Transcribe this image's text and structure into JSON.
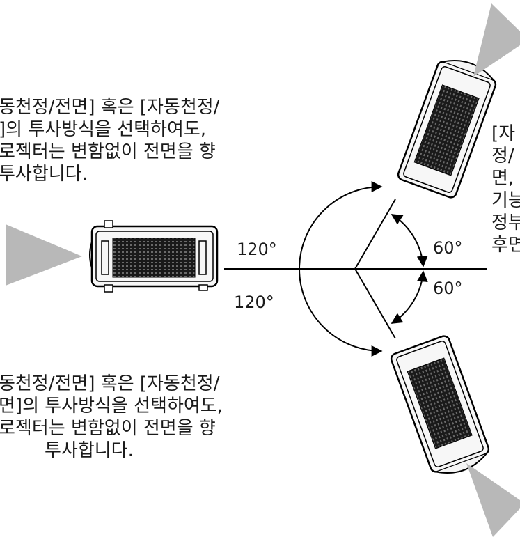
{
  "angles": {
    "left_top": "120°",
    "left_bottom": "120°",
    "right_top": "60°",
    "right_bottom": "60°"
  },
  "texts": {
    "top_left": [
      "동천정/전면] 혹은 [자동천정/",
      "]의 투사방식을 선택하여도,",
      "로젝터는 변함없이 전면을 향",
      "투사합니다."
    ],
    "bottom_left": [
      "동천정/전면] 혹은 [자동천정/",
      "면]의 투사방식을 선택하여도,",
      "로젝터는 변함없이 전면을 향",
      "투사합니다."
    ],
    "right_partial": [
      "[자",
      "정/",
      "면,",
      "기능",
      "정부",
      "후면"
    ]
  }
}
